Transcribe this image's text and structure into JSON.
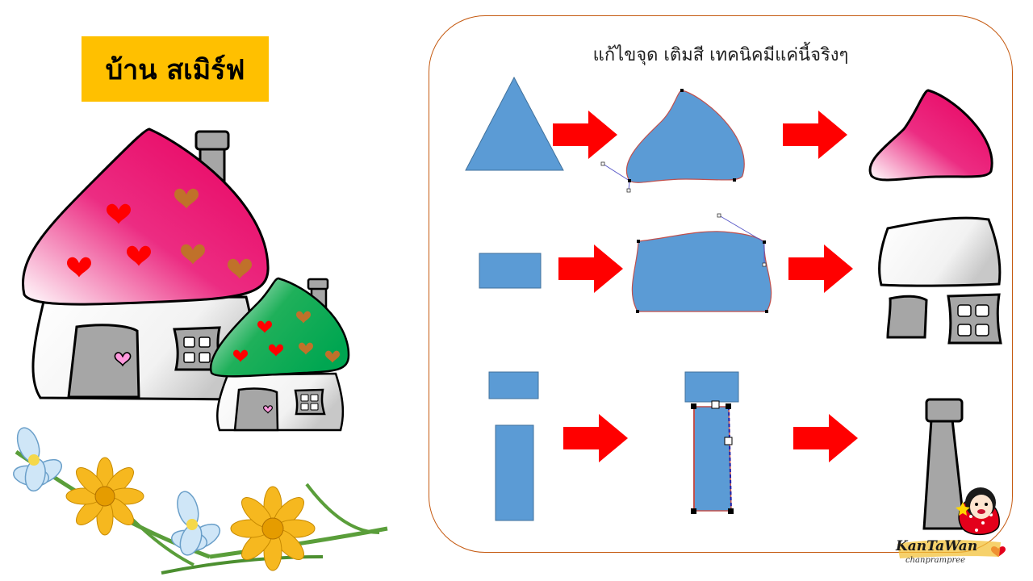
{
  "title": "บ้าน สเมิร์ฟ",
  "subtitle": "แก้ไขจุด เติมสี เทคนิคมีแค่นี้จริงๆ",
  "logo": {
    "name": "KanTaWan",
    "tagline": "chanprampree"
  },
  "colors": {
    "title_bg": "#ffc000",
    "shape_blue": "#5b9bd5",
    "arrow": "#ff0000",
    "roof_pink": "#e8005f",
    "roof_green": "#00a651",
    "wall_gray": "#a6a6a6",
    "panel_border": "#c55a11"
  },
  "rows": [
    {
      "stage": "triangle-to-roof"
    },
    {
      "stage": "rectangle-to-wall"
    },
    {
      "stage": "rectangle-to-chimney"
    }
  ]
}
